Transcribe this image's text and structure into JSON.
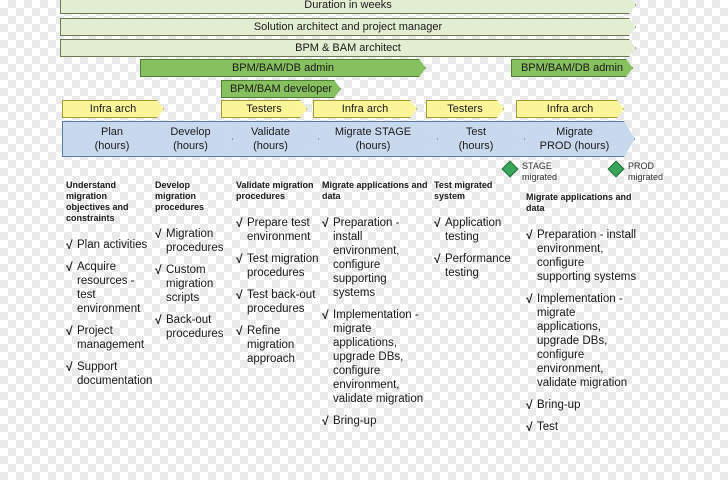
{
  "lanes": {
    "duration": "Duration in weeks",
    "architect_pm": "Solution architect and project manager",
    "bpm_bam_architect": "BPM & BAM architect",
    "bpm_db_admin_1": "BPM/BAM/DB admin",
    "bpm_db_admin_2": "BPM/BAM/DB admin",
    "bpm_developer": "BPM/BAM developer"
  },
  "roles": {
    "infra_arch_1": "Infra arch",
    "testers_1": "Testers",
    "infra_arch_2": "Infra arch",
    "testers_2": "Testers",
    "infra_arch_3": "Infra arch"
  },
  "stages": [
    {
      "line1": "Plan",
      "line2": "(hours)"
    },
    {
      "line1": "Develop",
      "line2": "(hours)"
    },
    {
      "line1": "Validate",
      "line2": "(hours)"
    },
    {
      "line1": "Migrate STAGE",
      "line2": "(hours)"
    },
    {
      "line1": "Test",
      "line2": "(hours)"
    },
    {
      "line1": "Migrate",
      "line2": "PROD (hours)"
    }
  ],
  "milestones": {
    "stage": "STAGE migrated",
    "prod": "PROD migrated"
  },
  "columns": [
    {
      "heading": "Understand migration objectives and constraints",
      "items": [
        "Plan activities",
        "Acquire resources - test environment",
        "Project management",
        "Support documentation"
      ]
    },
    {
      "heading": "Develop migration procedures",
      "items": [
        "Migration procedures",
        "Custom migration scripts",
        "Back-out procedures"
      ]
    },
    {
      "heading": "Validate migration procedures",
      "items": [
        "Prepare test environment",
        "Test migration procedures",
        "Test back-out procedures",
        "Refine migration approach"
      ]
    },
    {
      "heading": "Migrate applications and data",
      "items": [
        "Preparation - install environment, configure supporting systems",
        "Implementation - migrate applications, upgrade DBs, configure environment, validate migration",
        "Bring-up"
      ]
    },
    {
      "heading": "Test migrated system",
      "items": [
        "Application testing",
        "Performance testing"
      ]
    },
    {
      "heading": "Migrate applications and data",
      "items": [
        "Preparation - install environment, configure supporting systems",
        "Implementation - migrate applications, upgrade DBs, configure environment, validate migration",
        "Bring-up",
        "Test"
      ]
    }
  ],
  "check_mark": "√"
}
